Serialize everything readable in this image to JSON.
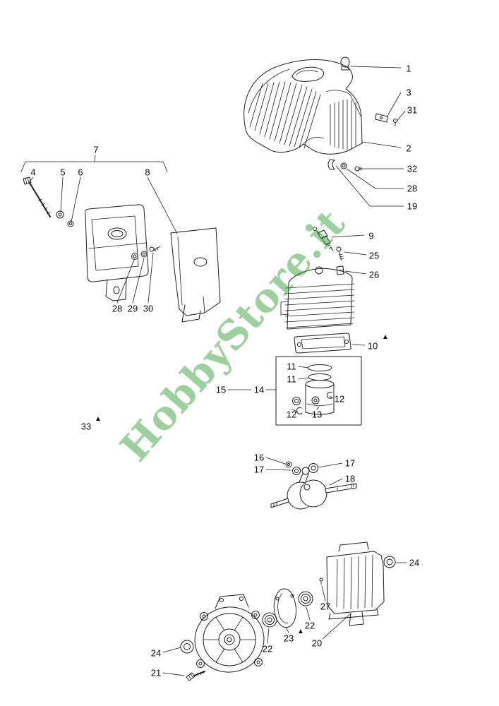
{
  "watermark": {
    "text": "HobbyStore.it",
    "color": "#3fa13f"
  },
  "labels": [
    {
      "text": "1"
    },
    {
      "text": "3"
    },
    {
      "text": "31"
    },
    {
      "text": "2"
    },
    {
      "text": "32"
    },
    {
      "text": "28"
    },
    {
      "text": "19"
    },
    {
      "text": "7"
    },
    {
      "text": "4"
    },
    {
      "text": "5"
    },
    {
      "text": "6"
    },
    {
      "text": "8"
    },
    {
      "text": "28"
    },
    {
      "text": "29"
    },
    {
      "text": "30"
    },
    {
      "text": "9"
    },
    {
      "text": "25"
    },
    {
      "text": "26"
    },
    {
      "text": "10"
    },
    {
      "text": "▲"
    },
    {
      "text": "11"
    },
    {
      "text": "11"
    },
    {
      "text": "12"
    },
    {
      "text": "12"
    },
    {
      "text": "13"
    },
    {
      "text": "14"
    },
    {
      "text": "15"
    },
    {
      "text": "33"
    },
    {
      "text": "▲"
    },
    {
      "text": "16"
    },
    {
      "text": "17"
    },
    {
      "text": "17"
    },
    {
      "text": "18"
    },
    {
      "text": "24"
    },
    {
      "text": "27"
    },
    {
      "text": "22"
    },
    {
      "text": "23"
    },
    {
      "text": "▲"
    },
    {
      "text": "20"
    },
    {
      "text": "22"
    },
    {
      "text": "24"
    },
    {
      "text": "21"
    }
  ]
}
